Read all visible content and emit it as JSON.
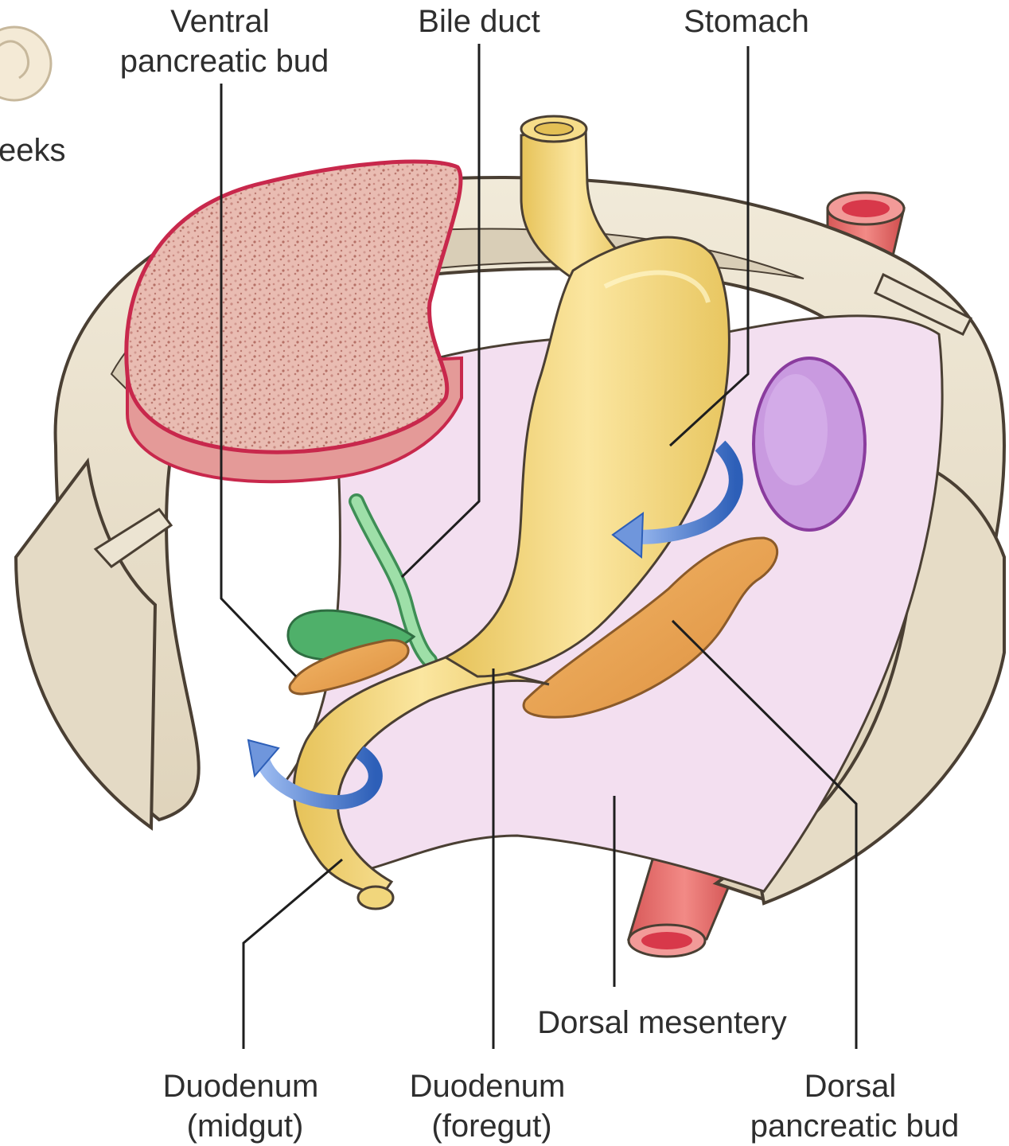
{
  "labels": {
    "ventral_pancreatic_bud": [
      "Ventral",
      "pancreatic bud"
    ],
    "bile_duct": "Bile duct",
    "stomach": "Stomach",
    "weeks_fragment": "eeks",
    "dorsal_mesentery": "Dorsal mesentery",
    "duodenum_midgut": [
      "Duodenum",
      "(midgut)"
    ],
    "duodenum_foregut": [
      "Duodenum",
      "(foregut)"
    ],
    "dorsal_pancreatic_bud": [
      "Dorsal",
      "pancreatic bud"
    ]
  },
  "colors": {
    "body_wall": "#ece4d2",
    "body_wall_shadow": "#d8ccb4",
    "outline": "#4a3f33",
    "liver": "#e8b8ae",
    "liver_rim": "#c8284c",
    "mesentery": "#f3dff0",
    "stomach": "#f6dd8a",
    "stomach_dark": "#e3bf55",
    "bile_duct": "#8fd49a",
    "gallbladder": "#4fb06a",
    "pancreas": "#eaa04e",
    "kidney": "#c68ad6",
    "aorta": "#e86a6a",
    "rotation_arrow": "#4a7fd0"
  }
}
